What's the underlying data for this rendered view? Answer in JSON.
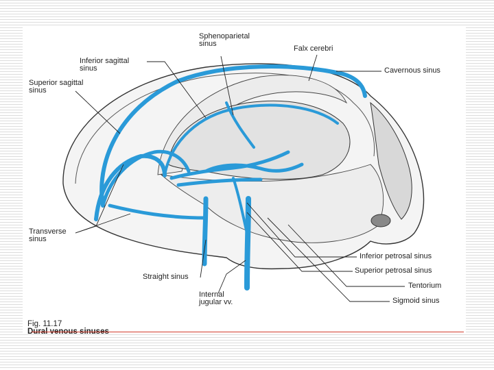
{
  "slide": {
    "background_stripe_color": "#dcdcdc",
    "rule_color": "#d23a2a"
  },
  "figure": {
    "sinus_color": "#2a9ad8",
    "labels": {
      "sphenoparietal": "Sphenoparietal\nsinus",
      "falx": "Falx cerebri",
      "inferior_sagittal": "Inferior sagittal\nsinus",
      "superior_sagittal": "Superior sagittal\nsinus",
      "cavernous": "Cavernous sinus",
      "transverse": "Transverse\nsinus",
      "inferior_petrosal": "Inferior petrosal sinus",
      "superior_petrosal": "Superior petrosal sinus",
      "straight": "Straight sinus",
      "tentorium": "Tentorium",
      "internal_jugular": "Internal\njugular vv.",
      "sigmoid": "Sigmoid sinus"
    },
    "caption": {
      "number": "Fig. 11.17",
      "title": "Dural venous sinuses"
    }
  }
}
